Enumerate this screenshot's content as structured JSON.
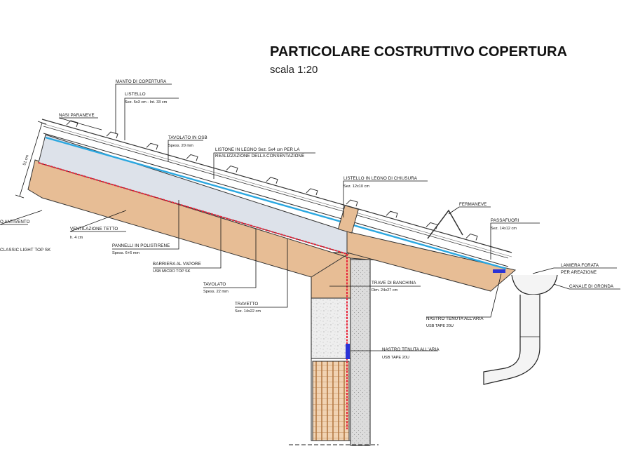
{
  "title": "PARTICOLARE COSTRUTTIVO COPERTURA",
  "scale": "scala 1:20",
  "dimension": "51 cm",
  "labels": {
    "manto": "MANTO DI COPERTURA",
    "listello": "LISTELLO",
    "listello_sez": "Sez. 5x3 cm - Int. 33 cm",
    "nasi": "NASI PARANEVE",
    "tavolato_osb": "TAVOLATO IN OSB",
    "tavolato_osb_sp": "Spess. 20 mm",
    "listone": "LISTONE IN LEGNO Sez. 5x4 cm PER LA",
    "listone2": "REALIZZAZIONE DELLA CONSENTAZIONE",
    "listello_chiusura": "LISTELLO IN LEGNO DI CHIUSURA",
    "listello_chiusura_sez": "Sez. 12x10 cm",
    "fermaneve": "FERMANEVE",
    "passafuori": "PASSAFUORI",
    "passafuori_sez": "Sez. 14x12 cm",
    "antivento": "O ANTIVENTO",
    "antivento2": "CLASSIC LIGHT TOP SK",
    "ventilazione": "VENTILAZIONE TETTO",
    "ventilazione_h": "h. 4 cm",
    "pannelli": "PANNELLI IN POLISTIRENE",
    "pannelli_sp": "Spess. 6+6 mm",
    "barriera": "BARRIERA AL VAPORE",
    "barriera2": "USB MICRO TOP SK",
    "tavolato": "TAVOLATO",
    "tavolato_sp": "Spess. 22 mm",
    "travetto": "TRAVETTO",
    "travetto_sez": "Sez. 14x22 cm",
    "trave": "TRAVE DI BANCHINA",
    "trave_dim": "Dim. 24x27 cm",
    "lamiera": "LAMIERA FORATA",
    "lamiera2": "PER AREAZIONE",
    "canale": "CANALE DI GRONDA",
    "nastro1": "NASTRO TENUTA ALL'ARIA",
    "nastro1b": "USB TAPE 20U",
    "nastro2": "NASTRO TENUTA ALL'ARIA",
    "nastro2b": "USB TAPE 20U"
  },
  "colors": {
    "wood": "#e7bd95",
    "insulation": "#dde2ea",
    "air_line": "#2aa7e0",
    "vapor_line": "#e8243a",
    "tape": "#2b33d6",
    "concrete": "#ececec",
    "pipe": "#f4f4f4"
  }
}
